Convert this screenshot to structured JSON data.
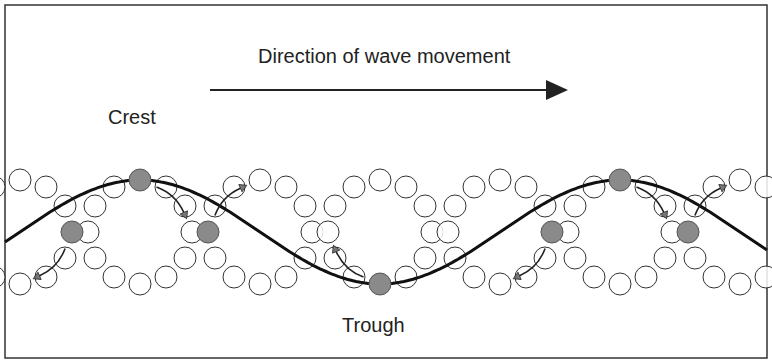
{
  "diagram": {
    "labels": [
      "Direction of wave movement",
      "Crest",
      "Trough"
    ]
  }
}
